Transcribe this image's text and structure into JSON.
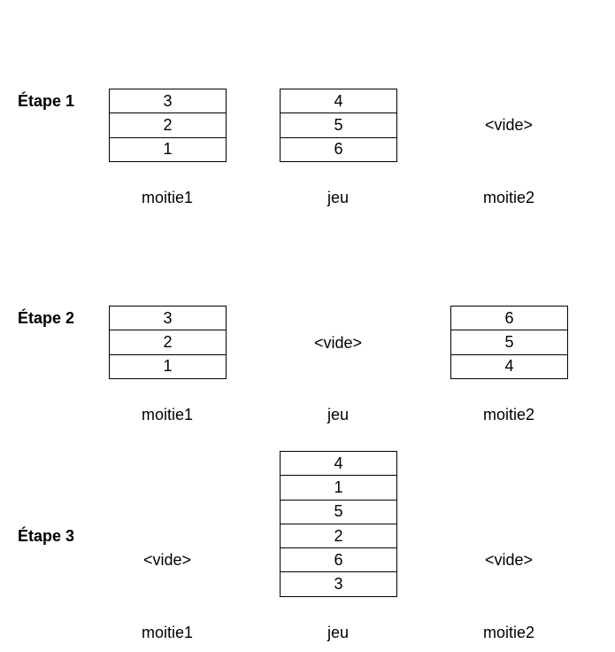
{
  "empty_label": "<vide>",
  "names": {
    "moitie1": "moitie1",
    "jeu": "jeu",
    "moitie2": "moitie2"
  },
  "steps": [
    {
      "label": "Étape 1",
      "moitie1": [
        "3",
        "2",
        "1"
      ],
      "jeu": [
        "4",
        "5",
        "6"
      ],
      "moitie2": []
    },
    {
      "label": "Étape 2",
      "moitie1": [
        "3",
        "2",
        "1"
      ],
      "jeu": [],
      "moitie2": [
        "6",
        "5",
        "4"
      ]
    },
    {
      "label": "Étape 3",
      "moitie1": [],
      "jeu": [
        "4",
        "1",
        "5",
        "2",
        "6",
        "3"
      ],
      "moitie2": []
    }
  ]
}
